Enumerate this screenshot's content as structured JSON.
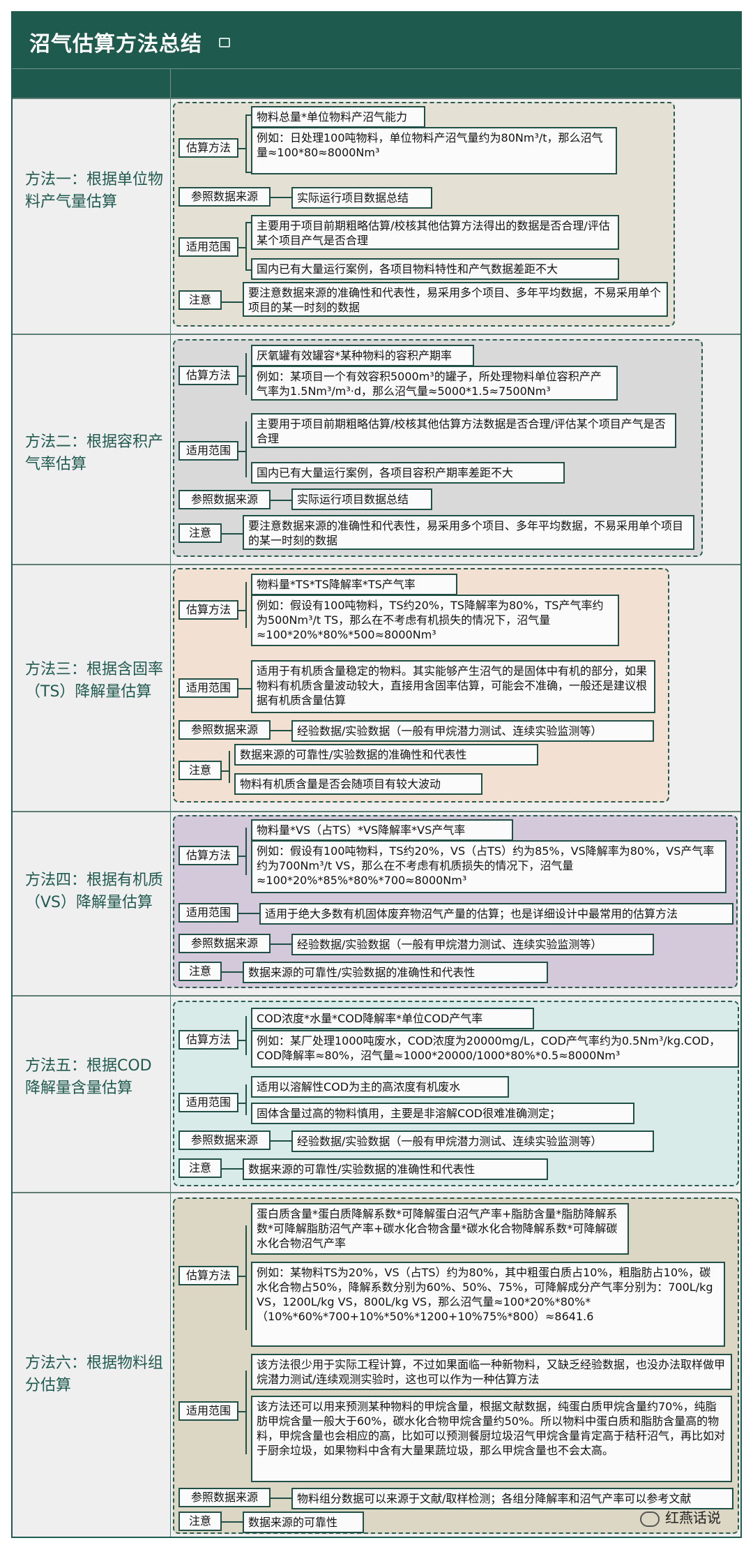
{
  "title": "沼气估算方法总结",
  "methods": [
    {
      "title": "方法一：根据单位物料产气量估算",
      "panel_color": "#e4e0d4",
      "estimate_label": "估算方法",
      "estimate_formula": "物料总量*单位物料产沼气能力",
      "estimate_example": "例如：日处理100吨物料，单位物料产沼气量约为80Nm³/t，那么沼气量≈100*80≈8000Nm³",
      "ref_label": "参照数据来源",
      "ref_text": "实际运行项目数据总结",
      "scope_label": "适用范围",
      "scope_items": [
        "主要用于项目前期粗略估算/校核其他估算方法得出的数据是否合理/评估某个项目产气是否合理",
        "国内已有大量运行案例，各项目物料特性和产气数据差距不大"
      ],
      "note_label": "注意",
      "note_items": [
        "要注意数据来源的准确性和代表性，易采用多个项目、多年平均数据，不易采用单个项目的某一时刻的数据"
      ]
    },
    {
      "title": "方法二：根据容积产气率估算",
      "panel_color": "#d9d9d9",
      "estimate_label": "估算方法",
      "estimate_formula": "厌氧罐有效罐容*某种物料的容积产期率",
      "estimate_example": "例如：某项目一个有效容积5000m³的罐子，所处理物料单位容积产产气率为1.5Nm³/m³·d，那么沼气量≈5000*1.5≈7500Nm³",
      "scope_label": "适用范围",
      "scope_items": [
        "主要用于项目前期粗略估算/校核其他估算方法数据是否合理/评估某个项目产气是否合理",
        "国内已有大量运行案例，各项目容积产期率差距不大"
      ],
      "ref_label": "参照数据来源",
      "ref_text": "实际运行项目数据总结",
      "note_label": "注意",
      "note_items": [
        "要注意数据来源的准确性和代表性，易采用多个项目、多年平均数据，不易采用单个项目的某一时刻的数据"
      ]
    },
    {
      "title": "方法三：根据含固率（TS）降解量估算",
      "panel_color": "#f2e1d2",
      "estimate_label": "估算方法",
      "estimate_formula": "物料量*TS*TS降解率*TS产气率",
      "estimate_example": "例如：假设有100吨物料，TS约20%，TS降解率为80%，TS产气率约为500Nm³/t TS，那么在不考虑有机损失的情况下，沼气量≈100*20%*80%*500≈8000Nm³",
      "scope_label": "适用范围",
      "scope_items": [
        "适用于有机质含量稳定的物料。其实能够产生沼气的是固体中有机的部分，如果物料有机质含量波动较大，直接用含固率估算，可能会不准确，一般还是建议根据有机质含量估算"
      ],
      "ref_label": "参照数据来源",
      "ref_text": "经验数据/实验数据（一般有甲烷潜力测试、连续实验监测等）",
      "note_label": "注意",
      "note_items": [
        "数据来源的可靠性/实验数据的准确性和代表性",
        "物料有机质含量是否会随项目有较大波动"
      ]
    },
    {
      "title": "方法四：根据有机质（VS）降解量估算",
      "panel_color": "#d4c9da",
      "estimate_label": "估算方法",
      "estimate_formula": "物料量*VS（占TS）*VS降解率*VS产气率",
      "estimate_example": "例如：假设有100吨物料，TS约20%，VS（占TS）约为85%，VS降解率为80%，VS产气率约为700Nm³/t VS，那么在不考虑有机质损失的情况下，沼气量≈100*20%*85%*80%*700≈8000Nm³",
      "scope_label": "适用范围",
      "scope_items": [
        "适用于绝大多数有机固体废弃物沼气产量的估算；也是详细设计中最常用的估算方法"
      ],
      "ref_label": "参照数据来源",
      "ref_text": "经验数据/实验数据（一般有甲烷潜力测试、连续实验监测等）",
      "note_label": "注意",
      "note_items": [
        "数据来源的可靠性/实验数据的准确性和代表性"
      ]
    },
    {
      "title": "方法五：根据COD降解量含量估算",
      "panel_color": "#d9ebe8",
      "estimate_label": "估算方法",
      "estimate_formula": "COD浓度*水量*COD降解率*单位COD产气率",
      "estimate_example": "例如：某厂处理1000吨废水，COD浓度为20000mg/L，COD产气率约为0.5Nm³/kg.COD，COD降解率≈80%，沼气量≈1000*20000/1000*80%*0.5≈8000Nm³",
      "scope_label": "适用范围",
      "scope_items": [
        "适用以溶解性COD为主的高浓度有机废水",
        "固体含量过高的物料慎用，主要是非溶解COD很难准确测定；"
      ],
      "ref_label": "参照数据来源",
      "ref_text": "经验数据/实验数据（一般有甲烷潜力测试、连续实验监测等）",
      "note_label": "注意",
      "note_items": [
        "数据来源的可靠性/实验数据的准确性和代表性"
      ]
    },
    {
      "title": "方法六：根据物料组分估算",
      "panel_color": "#dcd6c4",
      "estimate_label": "估算方法",
      "estimate_formula": "蛋白质含量*蛋白质降解系数*可降解蛋白沼气产率+脂肪含量*脂肪降解系数*可降解脂肪沼气产率+碳水化合物含量*碳水化合物降解系数*可降解碳水化合物沼气产率",
      "estimate_example": "例如：某物料TS为20%，VS（占TS）约为80%，其中粗蛋白质占10%，粗脂肪占10%，碳水化合物占50%，降解系数分别为60%、50%、75%，可降解成分产气率分别为：700L/kg VS，1200L/kg VS，800L/kg VS，那么沼气量≈100*20%*80%*（10%*60%*700+10%*50%*1200+10%75%*800）≈8641.6",
      "scope_label": "适用范围",
      "scope_items": [
        "该方法很少用于实际工程计算，不过如果面临一种新物料，又缺乏经验数据，也没办法取样做甲烷潜力测试/连续观测实验时，这也可以作为一种估算方法",
        "该方法还可以用来预测某种物料的甲烷含量，根据文献数据，纯蛋白质甲烷含量约70%，纯脂肪甲烷含量一般大于60%，碳水化合物甲烷含量约50%。所以物料中蛋白质和脂肪含量高的物料，甲烷含量也会相应的高，比如可以预测餐厨垃圾沼气甲烷含量肯定高于秸秆沼气，再比如对于厨余垃圾，如果物料中含有大量果蔬垃圾，那么甲烷含量也不会太高。"
      ],
      "ref_label": "参照数据来源",
      "ref_text": "物料组分数据可以来源于文献/取样检测；各组分降解率和沼气产率可以参考文献",
      "note_label": "注意",
      "note_items": [
        "数据来源的可靠性"
      ]
    }
  ],
  "watermark": "红燕话说",
  "icons": {
    "title": "note-icon",
    "watermark": "wechat-icon"
  },
  "colors": {
    "header_bg": "#1f5a4e",
    "border": "#1f4f45"
  }
}
